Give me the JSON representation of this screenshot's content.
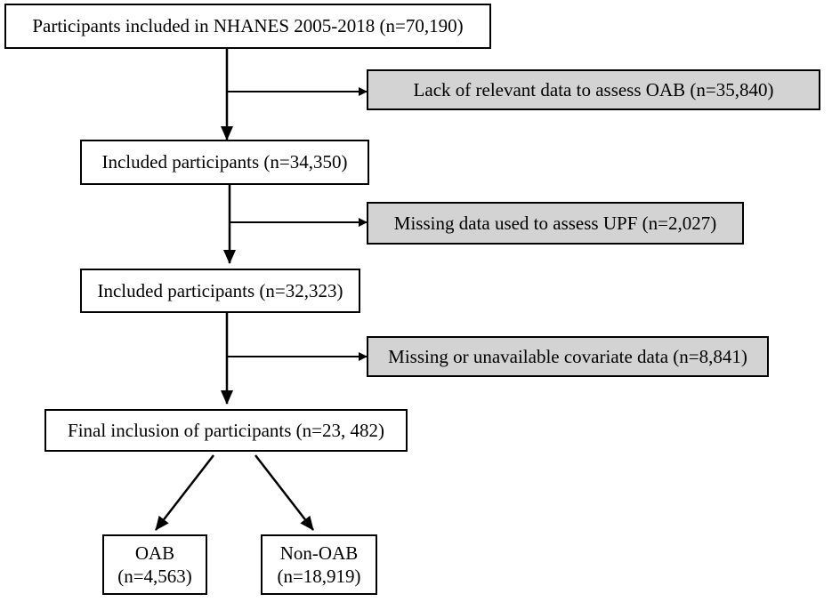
{
  "boxes": {
    "start": "Participants included in NHANES 2005-2018 (n=70,190)",
    "exclude1": "Lack of relevant data to assess OAB (n=35,840)",
    "included1": "Included participants (n=34,350)",
    "exclude2": "Missing data used to assess UPF (n=2,027)",
    "included2": "Included participants (n=32,323)",
    "exclude3": "Missing or unavailable covariate data (n=8,841)",
    "final": "Final inclusion of participants (n=23, 482)",
    "oab": {
      "label": "OAB",
      "count": "(n=4,563)"
    },
    "non_oab": {
      "label": "Non-OAB",
      "count": "(n=18,919)"
    }
  },
  "colors": {
    "excluded_fill": "#d3d3d3",
    "box_fill": "#ffffff",
    "line": "#000000"
  }
}
